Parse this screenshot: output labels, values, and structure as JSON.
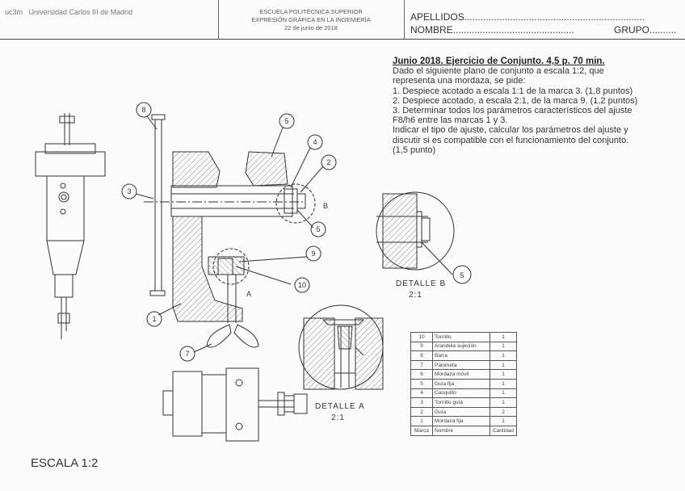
{
  "header": {
    "logo": "uc3m",
    "university": "Universidad Carlos III de Madrid",
    "school": "ESCUELA POLITÉCNICA SUPERIOR",
    "department": "EXPRESIÓN GRÁFICA EN LA INGENIERÍA",
    "date": "22 de junio de 2018",
    "apellidos": "APELLIDOS...................................................................",
    "nombre": "NOMBRE.............................................",
    "grupo": "GRUPO.........."
  },
  "exercise": {
    "title": "Junio 2018. Ejercicio de Conjunto. 4,5 p. 70 min.",
    "lines": [
      "Dado el siguiente plano de conjunto a escala 1:2, que",
      "representa una mordaza, se pide:",
      "1. Despiece acotado a escala 1:1 de la marca 3. (1,8 puntos)",
      "2. Despiece acotado, a escala 2:1, de la marca 9. (1,2 puntos)",
      "3. Determinar todos los parámetros característicos del ajuste",
      "F8/h6 entre las marcas 1 y 3.",
      "Indicar el tipo de ajuste, calcular los parámetros del ajuste y",
      "discutir si es compatible con el funcionamiento del conjunto.",
      "(1,5 punto)",
      "",
      ""
    ]
  },
  "balloons": {
    "b1": "1",
    "b2": "2",
    "b3": "3",
    "b4": "4",
    "b5": "5",
    "b7": "7",
    "b8": "8",
    "b9": "9",
    "b10": "10"
  },
  "labels": {
    "a": "A",
    "b": "B",
    "detalle_b": "DETALLE B",
    "detalle_b_scale": "2:1",
    "detalle_a": "DETALLE A",
    "detalle_a_scale": "2:1"
  },
  "parts": [
    {
      "n": "10",
      "d": "Tornillo",
      "q": "1"
    },
    {
      "n": "9",
      "d": "Arandela sujeción",
      "q": "1"
    },
    {
      "n": "8",
      "d": "Barra",
      "q": "1"
    },
    {
      "n": "7",
      "d": "Palometa",
      "q": "1"
    },
    {
      "n": "6",
      "d": "Mordaza móvil",
      "q": "1"
    },
    {
      "n": "5",
      "d": "Guía fija",
      "q": "1"
    },
    {
      "n": "4",
      "d": "Casquillo",
      "q": "1"
    },
    {
      "n": "3",
      "d": "Tornillo guía",
      "q": "1"
    },
    {
      "n": "2",
      "d": "Guía",
      "q": "2"
    },
    {
      "n": "1",
      "d": "Mordaza fija",
      "q": "1"
    },
    {
      "n": "Marca",
      "d": "Nombre",
      "q": "Cantidad"
    }
  ],
  "scale": "ESCALA 1:2"
}
